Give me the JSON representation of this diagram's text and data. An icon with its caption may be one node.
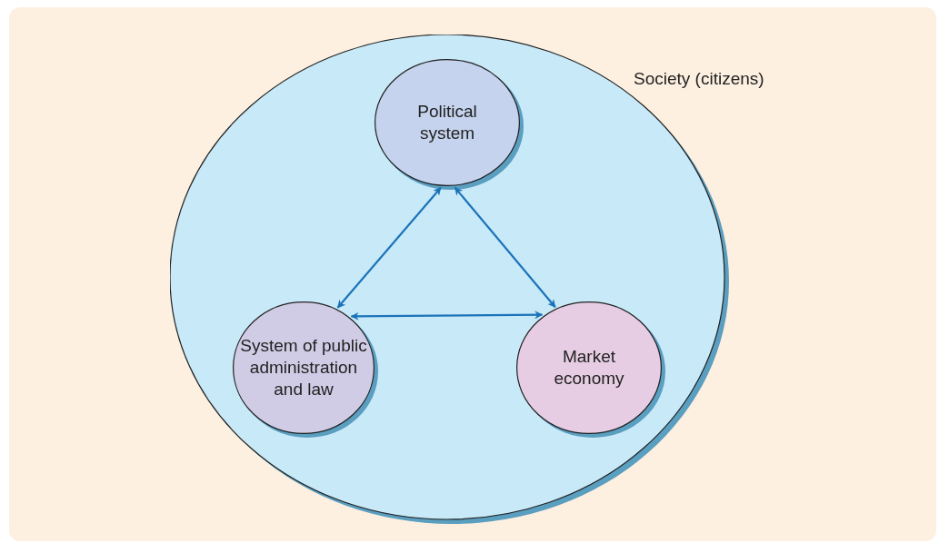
{
  "diagram": {
    "nodes": [
      {
        "text": [
          "Society (citizens)"
        ]
      },
      {
        "text": [
          "Political system"
        ],
        "in": 0
      },
      {
        "text": [
          "System of public administration and law"
        ],
        "in": 0
      },
      {
        "text": [
          "Market economy"
        ],
        "in": 0
      }
    ],
    "edges": [
      {
        "from": 1,
        "to": 2,
        "arrow": "both"
      },
      {
        "from": 1,
        "to": 3,
        "arrow": "both"
      },
      {
        "from": 2,
        "to": 3,
        "arrow": "both"
      }
    ]
  }
}
